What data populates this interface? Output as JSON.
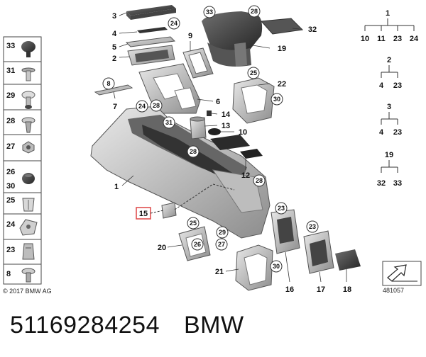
{
  "caption": {
    "part_number": "51169284254",
    "brand": "BMW"
  },
  "copyright": "© 2017 BMW AG",
  "diagram_ref": "481057",
  "highlighted_label": "15",
  "left_column_labels": [
    "33",
    "31",
    "29",
    "28",
    "27",
    "26",
    "30",
    "25",
    "24",
    "23",
    "8"
  ],
  "callouts": {
    "c1": "1",
    "c2": "2",
    "c3": "3",
    "c4": "4",
    "c5": "5",
    "c6": "6",
    "c7": "7",
    "c8": "8",
    "c9": "9",
    "c10": "10",
    "c12": "12",
    "c13": "13",
    "c14": "14",
    "c16": "16",
    "c17": "17",
    "c18": "18",
    "c19": "19",
    "c20": "20",
    "c21": "21",
    "c22": "22",
    "c32": "32"
  },
  "circled": {
    "k24a": "24",
    "k24b": "24",
    "k28a": "28",
    "k28b": "28",
    "k28c": "28",
    "k28d": "28",
    "k33": "33",
    "k25a": "25",
    "k25b": "25",
    "k30a": "30",
    "k30b": "30",
    "k31": "31",
    "k8": "8",
    "k23a": "23",
    "k23b": "23",
    "k26": "26",
    "k29": "29",
    "k27": "27"
  },
  "trees": [
    {
      "root": "1",
      "children": [
        "10",
        "11",
        "23",
        "24"
      ]
    },
    {
      "root": "2",
      "children": [
        "4",
        "23"
      ]
    },
    {
      "root": "3",
      "children": [
        "4",
        "23"
      ]
    },
    {
      "root": "19",
      "children": [
        "32",
        "33"
      ]
    }
  ]
}
